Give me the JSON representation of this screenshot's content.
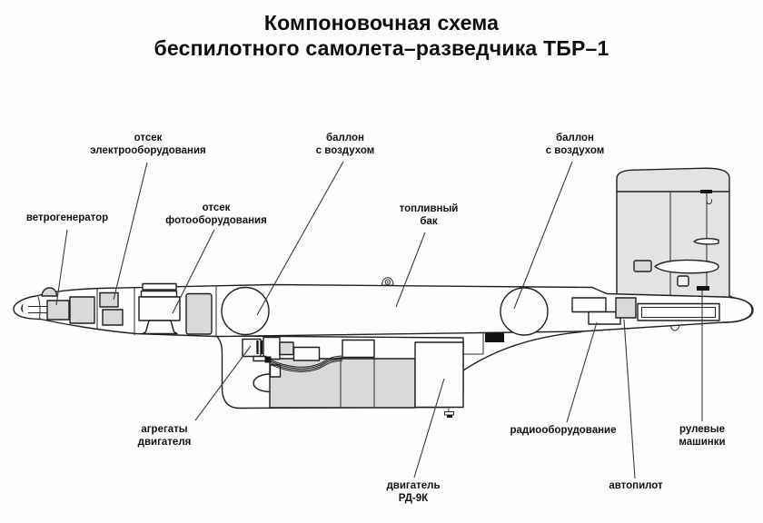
{
  "title": {
    "line1": "Компоновочная схема",
    "line2": "беспилотного самолета–разведчика ТБР–1"
  },
  "diagram": {
    "subject": "ТБР-1",
    "labels": {
      "wind_generator": "ветрогенератор",
      "electrical_compartment": "отсек\nэлектрооборудования",
      "photo_compartment": "отсек\nфотооборудования",
      "air_bottle_front": "баллон\nс воздухом",
      "fuel_tank": "топливный\nбак",
      "air_bottle_rear": "баллон\nс воздухом",
      "engine_units": "агрегаты\nдвигателя",
      "engine": "двигатель\nРД-9К",
      "radio_equipment": "радиооборудование",
      "autopilot": "автопилот",
      "steering_servos": "рулевые\nмашинки"
    },
    "colors": {
      "ink": "#1f1f1f",
      "equipment_gray": "#d9d9d9",
      "fin_gray": "#e3e3e1",
      "background": "#fefefe"
    }
  }
}
